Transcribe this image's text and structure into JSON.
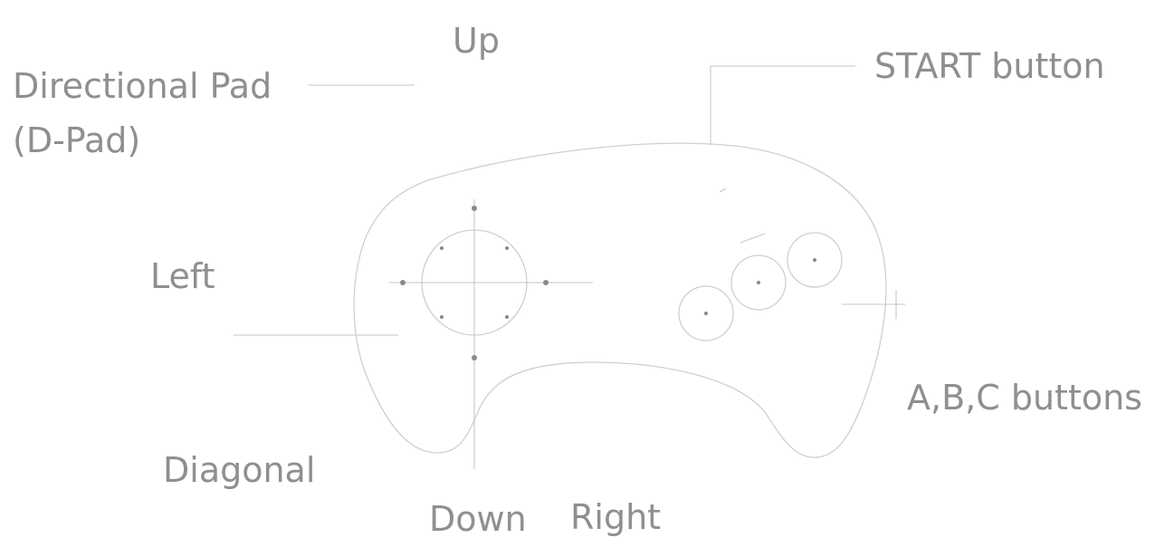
{
  "labels": {
    "up": "Up",
    "directional_pad_line1": "Directional Pad",
    "directional_pad_line2": "(D-Pad)",
    "start_button": "START button",
    "left": "Left",
    "abc_buttons": "A,B,C buttons",
    "diagonal": "Diagonal",
    "down": "Down",
    "right": "Right"
  },
  "colors": {
    "label_text": "#8f8f8f",
    "line_art": "#cfcfcf",
    "background": "#ffffff"
  }
}
